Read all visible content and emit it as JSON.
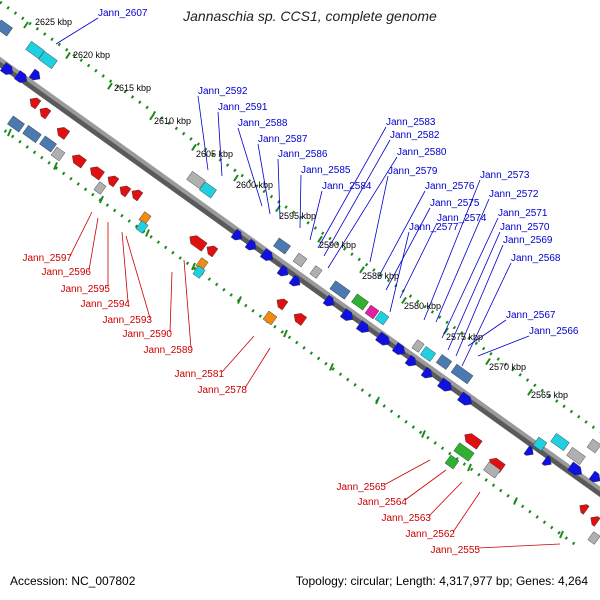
{
  "title": "Jannaschia sp. CCS1, complete genome",
  "footer": {
    "accession": "Accession: NC_007802",
    "topology": "Topology: circular; Length: 4,317,977 bp; Genes: 4,264"
  },
  "colors": {
    "background": "#ffffff",
    "backbone": "#808080",
    "scale_dots": "#1a8a1a",
    "forward_label": "#0000cc",
    "reverse_label": "#cc0000",
    "forward_gene": "#1010e0",
    "reverse_gene": "#e01010",
    "cyan_gene": "#20d0e0",
    "steel_gene": "#4a7ab0",
    "grey_gene": "#b0b0b0",
    "green_gene": "#30b030",
    "orange_gene": "#f08a10",
    "magenta_gene": "#e020a0"
  },
  "scale_labels": [
    "2625 kbp",
    "2620 kbp",
    "2615 kbp",
    "2610 kbp",
    "2605 kbp",
    "2600 kbp",
    "2595 kbp",
    "2590 kbp",
    "2585 kbp",
    "2580 kbp",
    "2575 kbp",
    "2570 kbp",
    "2565 kbp"
  ],
  "forward_labels": [
    "Jann_2607",
    "Jann_2592",
    "Jann_2591",
    "Jann_2588",
    "Jann_2587",
    "Jann_2586",
    "Jann_2585",
    "Jann_2584",
    "Jann_2583",
    "Jann_2582",
    "Jann_2580",
    "Jann_2579",
    "Jann_2576",
    "Jann_2575",
    "Jann_2574",
    "Jann_2577",
    "Jann_2573",
    "Jann_2572",
    "Jann_2571",
    "Jann_2570",
    "Jann_2569",
    "Jann_2568",
    "Jann_2567",
    "Jann_2566"
  ],
  "reverse_labels": [
    "Jann_2597",
    "Jann_2596",
    "Jann_2595",
    "Jann_2594",
    "Jann_2593",
    "Jann_2590",
    "Jann_2589",
    "Jann_2581",
    "Jann_2578",
    "Jann_2565",
    "Jann_2564",
    "Jann_2563",
    "Jann_2562",
    "Jann_2555"
  ]
}
